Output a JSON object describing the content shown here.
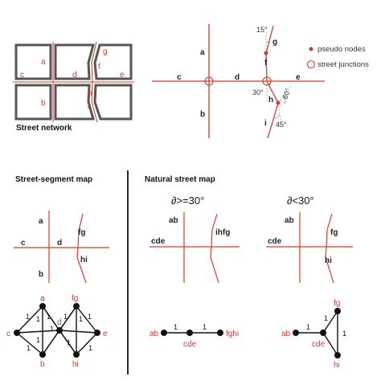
{
  "colors": {
    "red": "#d43a2a",
    "black": "#111111",
    "grey": "#555555",
    "lightgrey": "#999999"
  },
  "network": {
    "caption": "Street network",
    "labels": {
      "a": "a",
      "b": "b",
      "c": "c",
      "d": "d",
      "e": "e",
      "f": "f",
      "g": "g",
      "h": "h",
      "i": "i"
    }
  },
  "detail": {
    "labels": {
      "a": "a",
      "b": "b",
      "c": "c",
      "d": "d",
      "e": "e",
      "f": "f",
      "g": "g",
      "h": "h",
      "i": "i"
    },
    "angles": {
      "a15": "15°",
      "a30": "30°",
      "a60": "60°",
      "a45": "45°"
    },
    "legend": {
      "pseudo": "pseudo nodes",
      "junctions": "street junctions"
    }
  },
  "segment_map": {
    "title": "Street-segment map",
    "labels": {
      "a": "a",
      "b": "b",
      "c": "c",
      "d": "d",
      "fg": "fg",
      "hi": "hi"
    },
    "graph": {
      "nodes": {
        "a": "a",
        "fg": "fg",
        "c": "c",
        "d": "d",
        "e": "e",
        "b": "b",
        "hi": "hi"
      },
      "edge_weight": "1"
    }
  },
  "natural_map": {
    "title": "Natural street map",
    "rule_ge": "∂>=30°",
    "rule_lt": "∂<30°",
    "ge": {
      "labels": {
        "ab": "ab",
        "cde": "cde",
        "ihfg": "ihfg"
      },
      "graph": {
        "ab": "ab",
        "cde": "cde",
        "fghi": "fghi",
        "w1": "1",
        "w2": "1"
      }
    },
    "lt": {
      "labels": {
        "ab": "ab",
        "cde": "cde",
        "fg": "fg",
        "hi": "hi"
      },
      "graph": {
        "ab": "ab",
        "cde": "cde",
        "fg": "fg",
        "hi": "hi",
        "w1": "1",
        "w2": "1",
        "w3": "1"
      }
    }
  }
}
